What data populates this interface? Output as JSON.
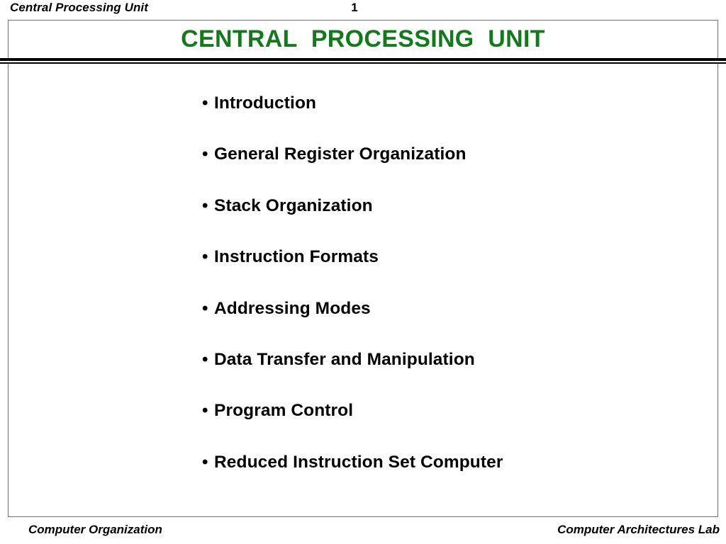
{
  "header": {
    "title": "Central Processing Unit",
    "page_number": "1"
  },
  "slide": {
    "title": "CENTRAL  PROCESSING  UNIT",
    "title_color": "#14791c",
    "bullet_marker": "•",
    "bullets": [
      {
        "label": "Introduction"
      },
      {
        "label": "General Register Organization"
      },
      {
        "label": "Stack Organization"
      },
      {
        "label": "Instruction Formats"
      },
      {
        "label": "Addressing Modes"
      },
      {
        "label": "Data Transfer and Manipulation"
      },
      {
        "label": "Program Control"
      },
      {
        "label": "Reduced Instruction Set Computer"
      }
    ]
  },
  "footer": {
    "left": "Computer Organization",
    "right": "Computer Architectures Lab"
  }
}
